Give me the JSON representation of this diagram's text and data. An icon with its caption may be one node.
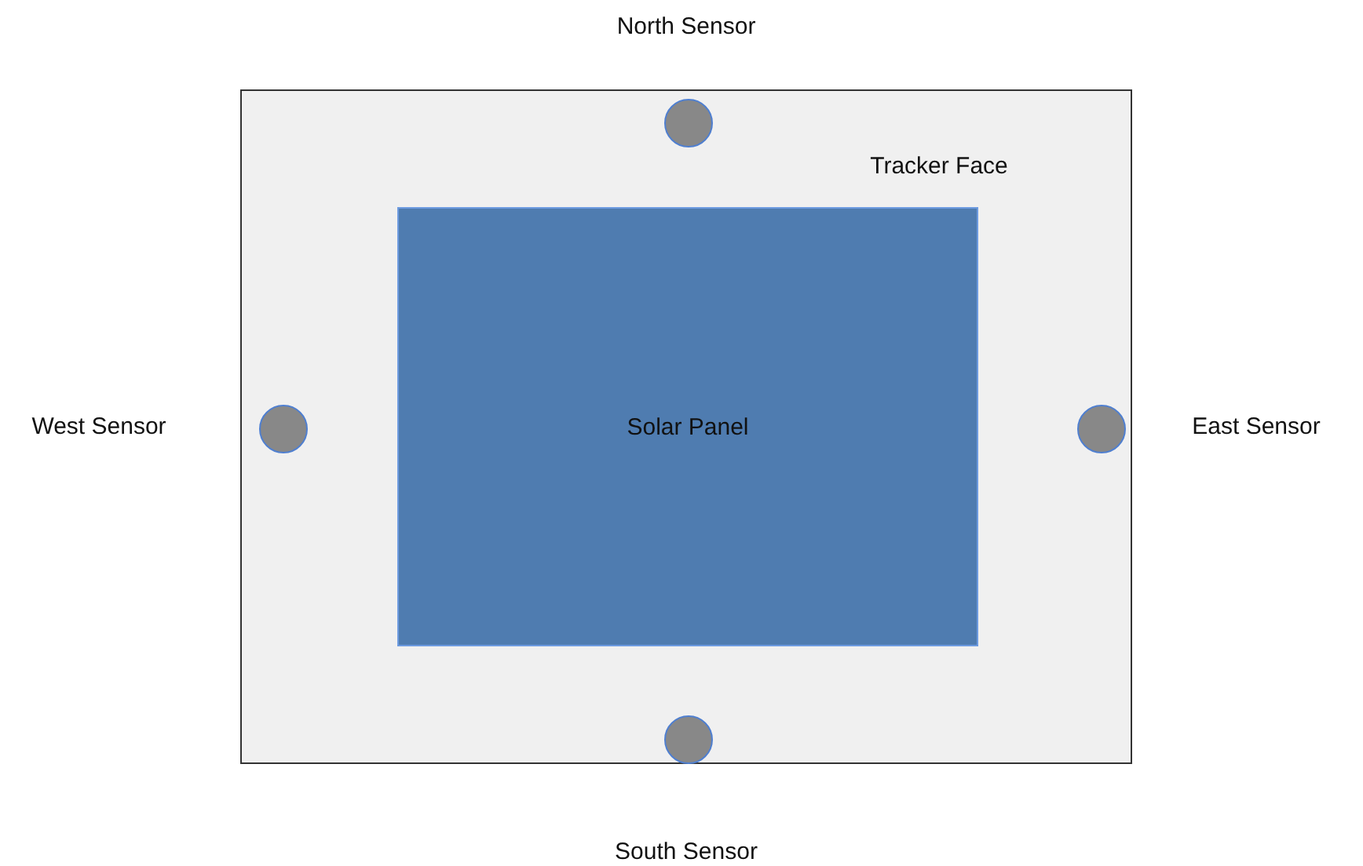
{
  "diagram": {
    "nodes": [
      {
        "text": [
          "Tracker Face"
        ]
      },
      {
        "text": [],
        "shape": "circle",
        "in": 0,
        "beside": [
          "North Sensor"
        ]
      },
      {
        "text": [],
        "shape": "circle",
        "in": 0,
        "beside": [
          "West Sensor"
        ]
      },
      {
        "text": [
          "Solar Panel"
        ],
        "in": 0
      },
      {
        "text": [],
        "shape": "circle",
        "in": 0,
        "beside": [
          "East Sensor"
        ]
      },
      {
        "text": [],
        "shape": "circle",
        "in": 0,
        "beside": [
          "South Sensor"
        ]
      }
    ],
    "edges": []
  }
}
